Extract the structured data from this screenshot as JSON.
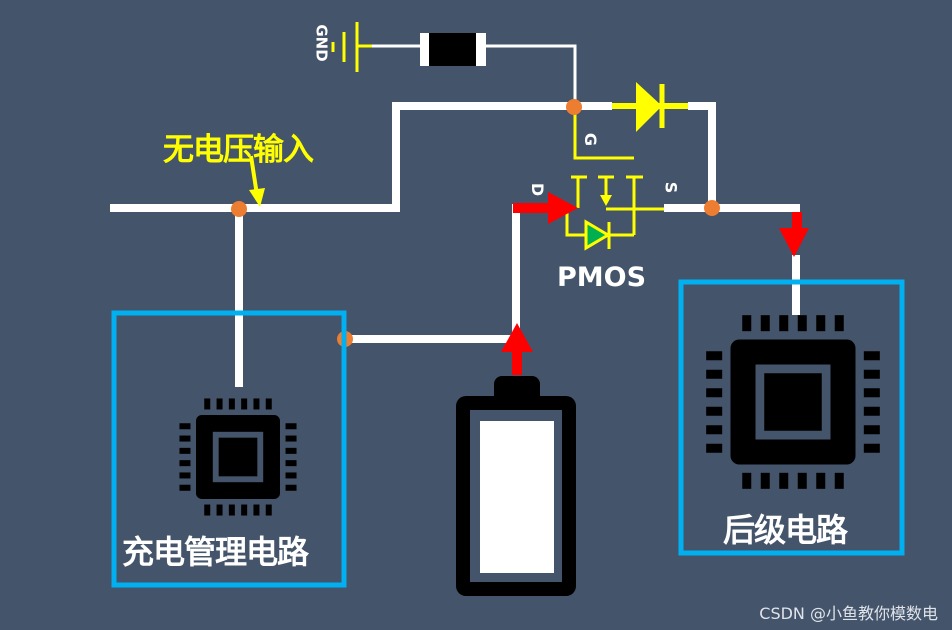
{
  "diagram": {
    "title_note": "无电压输入",
    "transistor_label": "PMOS",
    "pins": {
      "drain": "D",
      "source": "S",
      "gate": "G"
    },
    "ground_label": "GND",
    "blocks": {
      "charge_management": "充电管理电路",
      "downstream_circuit": "后级电路"
    },
    "watermark": "CSDN @小鱼教你模数电",
    "colors": {
      "background": "#44546a",
      "wire": "#ffffff",
      "annotation": "#ffff00",
      "junction": "#ed7d31",
      "current_arrow": "#ff0000",
      "block_border": "#00b0f0",
      "body_diode_fill": "#00b050"
    }
  }
}
